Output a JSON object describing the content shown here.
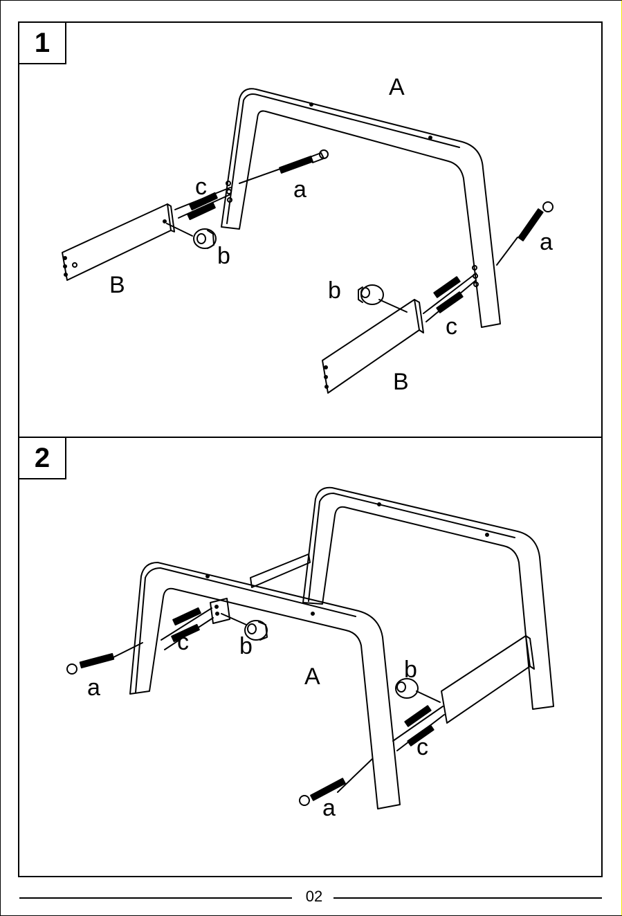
{
  "steps": [
    {
      "number": "1",
      "labels": {
        "frame": "A",
        "arm_left": "B",
        "arm_right": "B",
        "bolt_left": "a",
        "bolt_right": "a",
        "nut_left": "b",
        "nut_right": "b",
        "dowel_left": "c",
        "dowel_right": "c"
      }
    },
    {
      "number": "2",
      "labels": {
        "frame": "A",
        "bolt_left": "a",
        "bolt_right": "a",
        "nut_left": "b",
        "nut_right": "b",
        "dowel_left": "c",
        "dowel_right": "c"
      }
    }
  ],
  "footer": {
    "page_number": "02"
  }
}
